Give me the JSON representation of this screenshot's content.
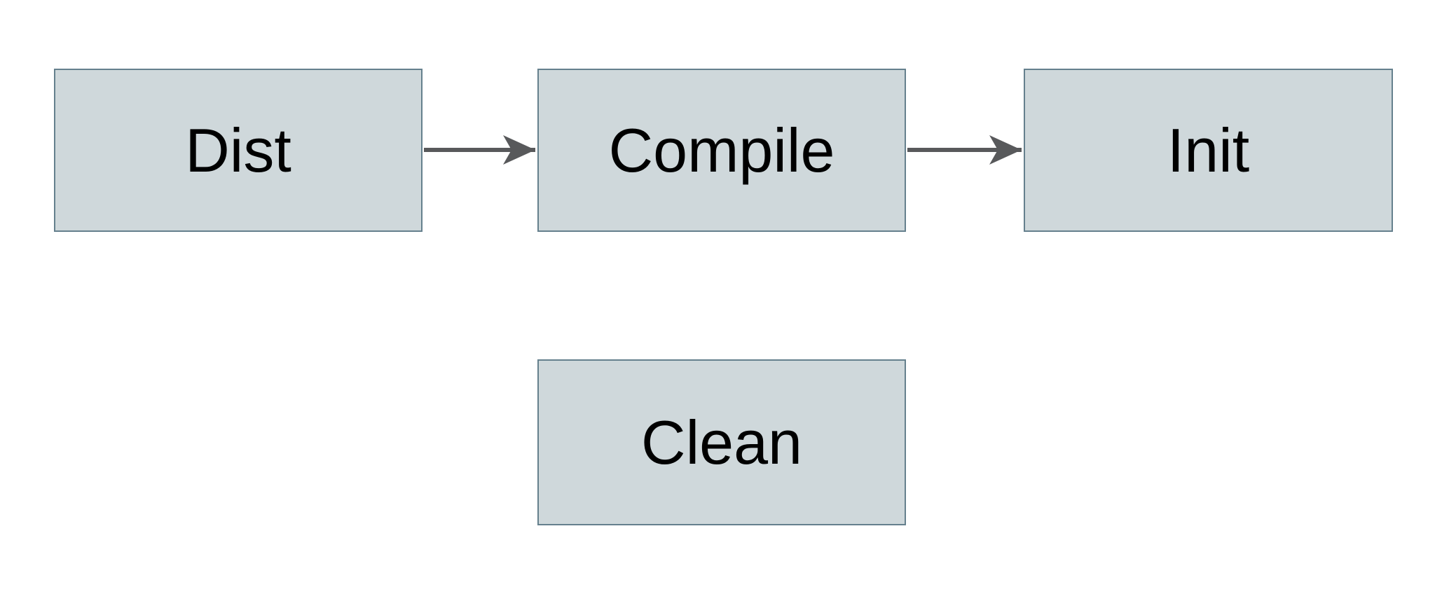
{
  "diagram": {
    "type": "flowchart",
    "background_color": "#ffffff",
    "node_fill_color": "#cfd8db",
    "node_border_color": "#65808d",
    "arrow_color": "#58595b",
    "text_color": "#000000",
    "nodes": [
      {
        "id": "dist",
        "label": "Dist",
        "row": "top",
        "col": 1
      },
      {
        "id": "compile",
        "label": "Compile",
        "row": "top",
        "col": 2
      },
      {
        "id": "init",
        "label": "Init",
        "row": "top",
        "col": 3
      },
      {
        "id": "clean",
        "label": "Clean",
        "row": "bottom",
        "col": 2
      }
    ],
    "edges": [
      {
        "from": "Dist",
        "to": "Compile",
        "style": "arrow-right"
      },
      {
        "from": "Compile",
        "to": "Init",
        "style": "arrow-right"
      }
    ]
  }
}
